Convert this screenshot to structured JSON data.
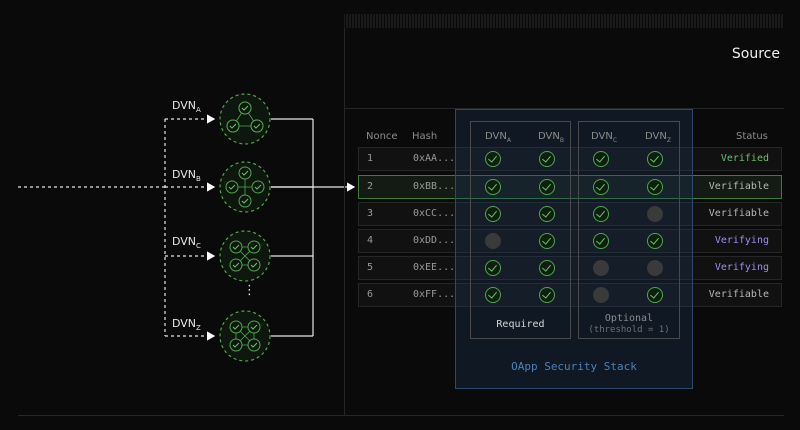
{
  "source": {
    "title": "Source"
  },
  "dvns": [
    {
      "name": "DVN",
      "sub": "A"
    },
    {
      "name": "DVN",
      "sub": "B"
    },
    {
      "name": "DVN",
      "sub": "C"
    },
    {
      "name": "DVN",
      "sub": "Z"
    }
  ],
  "ellipsis": "⋮",
  "table": {
    "headers": {
      "nonce": "Nonce",
      "hash": "Hash",
      "status": "Status"
    },
    "dvn_columns": [
      {
        "name": "DVN",
        "sub": "A"
      },
      {
        "name": "DVN",
        "sub": "B"
      },
      {
        "name": "DVN",
        "sub": "C"
      },
      {
        "name": "DVN",
        "sub": "Z"
      }
    ],
    "rows": [
      {
        "nonce": "1",
        "hash": "0xAA...",
        "checks": [
          true,
          true,
          true,
          true
        ],
        "status": "Verified"
      },
      {
        "nonce": "2",
        "hash": "0xBB...",
        "checks": [
          true,
          true,
          true,
          true
        ],
        "status": "Verifiable",
        "selected": true
      },
      {
        "nonce": "3",
        "hash": "0xCC...",
        "checks": [
          true,
          true,
          true,
          false
        ],
        "status": "Verifiable"
      },
      {
        "nonce": "4",
        "hash": "0xDD...",
        "checks": [
          false,
          true,
          true,
          true
        ],
        "status": "Verifying"
      },
      {
        "nonce": "5",
        "hash": "0xEE...",
        "checks": [
          true,
          true,
          false,
          false
        ],
        "status": "Verifying"
      },
      {
        "nonce": "6",
        "hash": "0xFF...",
        "checks": [
          true,
          true,
          false,
          true
        ],
        "status": "Verifiable"
      }
    ]
  },
  "groups": {
    "required": {
      "label": "Required"
    },
    "optional": {
      "label": "Optional",
      "sublabel": "(threshold = 1)"
    }
  },
  "stack": {
    "label": "OApp Security Stack"
  },
  "colors": {
    "check": "#6bc26b",
    "verifying": "#a08cf0",
    "stack_fill": "#1e3c64",
    "stack_text": "#4a82b8"
  }
}
